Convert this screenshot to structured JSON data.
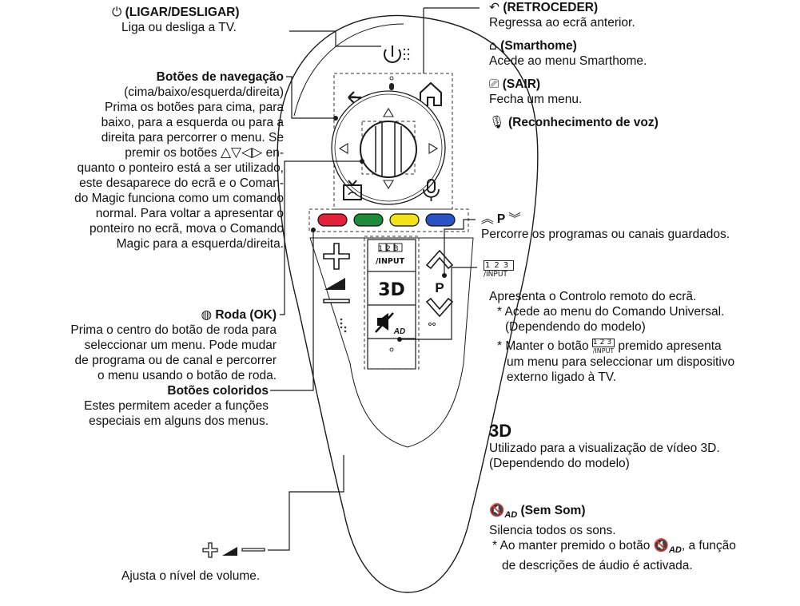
{
  "left": {
    "power": {
      "title": "(LIGAR/DESLIGAR)",
      "desc": "Liga ou desliga a TV."
    },
    "nav": {
      "title": "Botões de navegação",
      "sub": "(cima/baixo/esquerda/direita)",
      "desc1": "Prima os botões para cima, para",
      "desc2": "baixo, para a esquerda ou para a",
      "desc3": "direita para percorrer o menu. Se",
      "desc4a": "premir os botões",
      "desc4b": "en-",
      "desc5": "quanto o ponteiro está a ser utilizado,",
      "desc6": "este desaparece do ecrã e o Coman-",
      "desc7": "do Magic funciona como um comando",
      "desc8": "normal. Para voltar a apresentar o",
      "desc9": "ponteiro no ecrã, mova o Comando",
      "desc10": "Magic para a esquerda/direita."
    },
    "wheel": {
      "title": "Roda (OK)",
      "desc1": "Prima o centro do botão de roda para",
      "desc2": "seleccionar um menu. Pode mudar",
      "desc3": "de programa ou de canal e percorrer",
      "desc4": "o menu usando o botão de roda."
    },
    "colors": {
      "title": "Botões coloridos",
      "desc1": "Estes permitem aceder a funções",
      "desc2": "especiais em alguns dos menus."
    },
    "volume": {
      "desc": "Ajusta o nível de volume."
    }
  },
  "right": {
    "back": {
      "title": "(RETROCEDER)",
      "desc": "Regressa ao ecrã anterior."
    },
    "home": {
      "title": "(Smarthome)",
      "desc": "Acede ao menu Smarthome."
    },
    "exit": {
      "title": "(SAIR)",
      "desc": "Fecha um menu."
    },
    "voice": {
      "title": "(Reconhecimento de voz)"
    },
    "prog": {
      "label": "P",
      "desc": "Percorre os programas ou canais guardados."
    },
    "input": {
      "icon_digits": "123",
      "icon_input": "/INPUT",
      "desc": "Apresenta o Controlo remoto do ecrã.",
      "note1a": "* Acede ao menu do Comando Universal.",
      "note1b": "(Dependendo do modelo)",
      "note2a_1": "*  Manter o botão",
      "note2a_2": "premido apresenta",
      "note2b": "um menu para seleccionar um dispositivo",
      "note2c": "externo ligado à TV."
    },
    "three_d": {
      "icon": "3D",
      "desc1": "Utilizado para a visualização de vídeo 3D.",
      "desc2": "(Dependendo do modelo)"
    },
    "mute": {
      "ad": "AD",
      "title": "(Sem Som)",
      "desc": "Silencia todos os sons.",
      "note1a": "*  Ao manter premido o botão",
      "note1b": ", a função",
      "note2": "de descrições de áudio é activada."
    }
  },
  "remote": {
    "input_digits": "123",
    "input_label": "/INPUT",
    "three_d": "3D",
    "p_label": "P",
    "ad_label": "AD",
    "color_buttons": [
      "#e0223a",
      "#1e8a3c",
      "#f2e21b",
      "#2a52c4"
    ]
  }
}
